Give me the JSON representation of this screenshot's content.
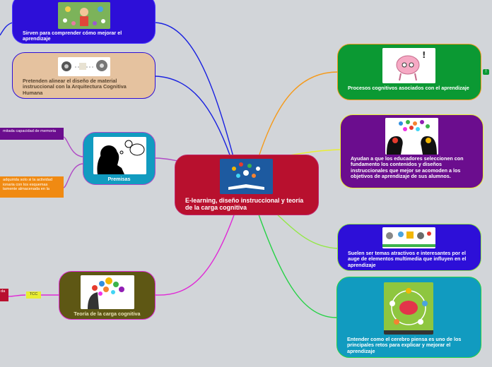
{
  "central": {
    "title": "E-learning, diseño instruccional y teoría de la carga cognitiva"
  },
  "left_nodes": {
    "sirven": "Sirven para comprender cómo mejorar el aprendizaje",
    "pretenden": "Pretenden alinear el diseño de material instruccional con la Arquitectura Cognitiva Humana",
    "premisas": "Premisas",
    "teoria": "Teoría de la carga cognitiva"
  },
  "right_nodes": {
    "procesos": "Procesos cognitivos asociados con el aprendizaje",
    "ayudan": "Ayudan a que los educadores seleccionen con fundamento los contenidos y diseños instruccionales que mejor se acomoden a los objetivos de aprendizaje de sus alumnos.",
    "suelen": "Suelen ser temas atractivos e interesantes por el auge de elementos multimedia que influyen en el aprendizaje",
    "entender": "Entender como el cerebro piensa es uno de los principales retos para explicar y mejorar el aprendizaje"
  },
  "leaves": {
    "memoria": "mitada capacidad de memoria",
    "actividad_l1": "adquirida solo si la actividad",
    "actividad_l2": "ionaria con los esquemas",
    "actividad_l3": "tamente almacenada en la",
    "tcc": "TCC",
    "da": "da",
    "badge": "!"
  },
  "colors": {
    "background": "#d2d5d9",
    "central": "#b8102e",
    "blue_node": "#2d0fd8",
    "tan_node": "#e5c29f",
    "teal_node": "#119bc0",
    "olive_node": "#5e5714",
    "green_node": "#0b9933",
    "purple_node": "#6b0d8e",
    "link_blue": "#1a22e0",
    "link_orange": "#f59a1b",
    "link_yellow": "#e9ee32",
    "link_lightgreen": "#93e845",
    "link_green": "#26d246",
    "link_magenta": "#e028d6",
    "link_purple": "#b04ac6"
  }
}
